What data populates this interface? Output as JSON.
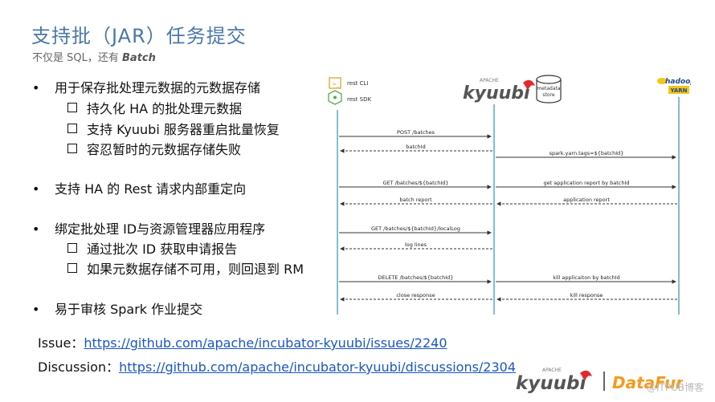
{
  "header": {
    "title": "支持批（JAR）任务提交",
    "subtitle_prefix": "不仅是 SQL，还有",
    "subtitle_emphasis": "Batch"
  },
  "bullets": [
    {
      "level": 1,
      "text": "用于保存批处理元数据的元数据存储"
    },
    {
      "level": 2,
      "text": "持久化 HA 的批处理元数据"
    },
    {
      "level": 2,
      "text": "支持 Kyuubi 服务器重启批量恢复"
    },
    {
      "level": 2,
      "text": "容忍暂时的元数据存储失败"
    },
    {
      "level": 1,
      "text": "支持 HA 的 Rest 请求内部重定向"
    },
    {
      "level": 1,
      "text": "绑定批处理 ID与资源管理器应用程序"
    },
    {
      "level": 2,
      "text": "通过批次 ID 获取申请报告"
    },
    {
      "level": 2,
      "text": "如果元数据存储不可用，则回退到 RM"
    },
    {
      "level": 1,
      "text": "易于审核 Spark 作业提交"
    }
  ],
  "links": {
    "issue_label": "Issue：",
    "issue_url": "https://github.com/apache/incubator-kyuubi/issues/2240",
    "discussion_label": "Discussion：",
    "discussion_url": "https://github.com/apache/incubator-kyuubi/discussions/2304"
  },
  "diagram": {
    "client_rest_cli": "rest CLI",
    "client_rest_sdk": "rest SDK",
    "kyuubi_apache": "APACHE",
    "kyuubi_logo": "kyuubi",
    "metadata_store": [
      "metadata",
      "store"
    ],
    "hadoop_logo": "hadoop",
    "yarn_logo": "YARN",
    "messages": [
      {
        "from": "client",
        "to": "kyuubi",
        "label": "POST /batches",
        "dashed": false
      },
      {
        "from": "kyuubi",
        "to": "client",
        "label": "batchId",
        "dashed": true
      },
      {
        "from": "kyuubi",
        "to": "yarn",
        "label": "spark.yarn.tags=${batchId}",
        "dashed": false
      },
      {
        "from": "client",
        "to": "kyuubi",
        "label": "GET /batches/${batchId}",
        "dashed": false
      },
      {
        "from": "kyuubi",
        "to": "yarn",
        "label": "get application report by batchId",
        "dashed": false
      },
      {
        "from": "kyuubi",
        "to": "client",
        "label": "batch report",
        "dashed": true
      },
      {
        "from": "yarn",
        "to": "kyuubi",
        "label": "application report",
        "dashed": true
      },
      {
        "from": "client",
        "to": "kyuubi",
        "label": "GET /batches/${batchId}/localLog",
        "dashed": false
      },
      {
        "from": "kyuubi",
        "to": "client",
        "label": "log lines",
        "dashed": true
      },
      {
        "from": "client",
        "to": "kyuubi",
        "label": "DELETE /batches/${batchId}",
        "dashed": false
      },
      {
        "from": "kyuubi",
        "to": "yarn",
        "label": "kill applicaiton by batchId",
        "dashed": false
      },
      {
        "from": "kyuubi",
        "to": "client",
        "label": "close response",
        "dashed": true
      },
      {
        "from": "yarn",
        "to": "kyuubi",
        "label": "kill response",
        "dashed": true
      }
    ]
  },
  "footer": {
    "kyuubi_apache": "APACHE",
    "kyuubi_logo": "kyuubi",
    "datafun_logo": "DataFun",
    "watermark": "@ITPUB博客"
  },
  "colors": {
    "title": "#4a78a8",
    "lifeline": "#5aa7c9",
    "link": "#1a55c8",
    "kyuubi_red": "#e02a2a",
    "datafun_orange": "#f59a1b",
    "hadoop_yellow": "#f5c518"
  }
}
